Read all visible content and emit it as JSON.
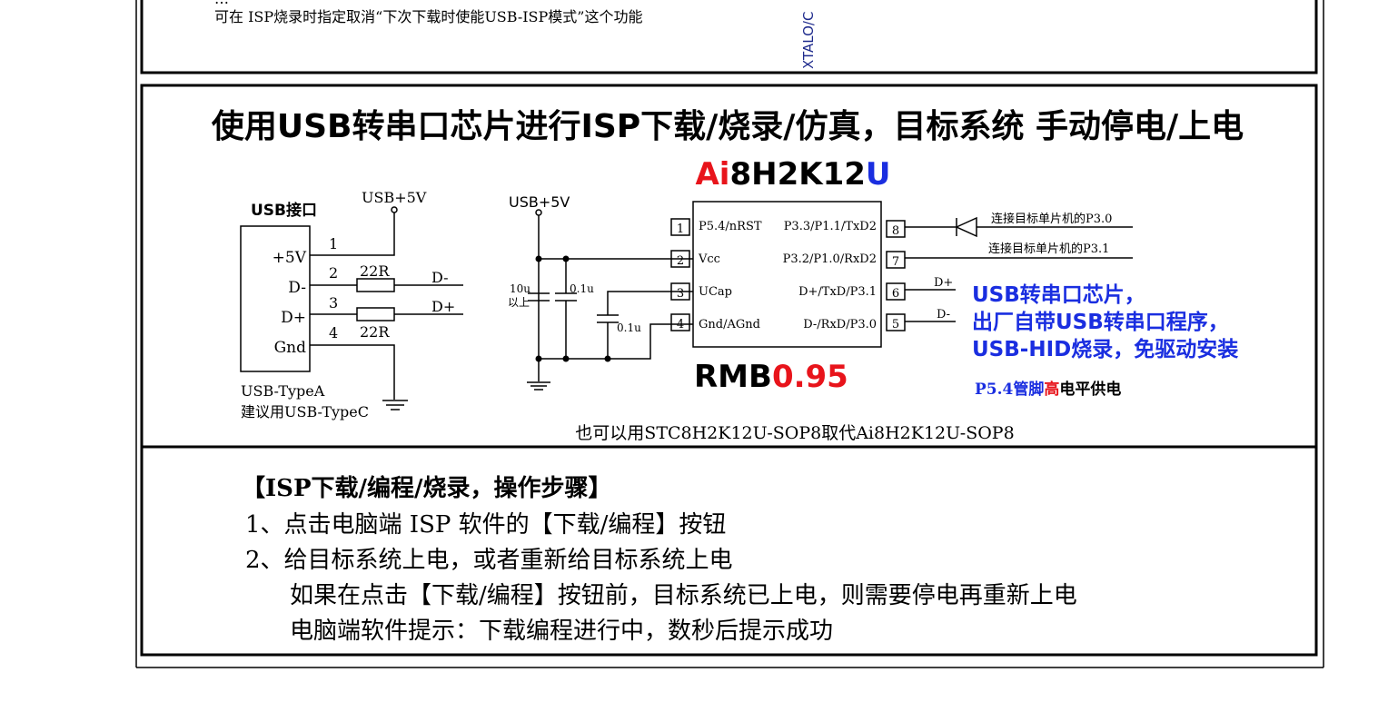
{
  "top_section": {
    "partial_line": "…",
    "note_line": "可在 ISP烧录时指定取消“下次下载时使能USB-ISP模式”这个功能",
    "vertical_label": "XTALO/C"
  },
  "main": {
    "title": "使用USB转串口芯片进行ISP下载/烧录/仿真，目标系统 手动停电/上电",
    "chip_name_prefix": "Ai",
    "chip_name_middle": "8H2K12",
    "chip_name_suffix": "U",
    "usb_connector": {
      "title": "USB接口",
      "power_label": "USB+5V",
      "pins": [
        {
          "num": "1",
          "label": "+5V"
        },
        {
          "num": "2",
          "label": "D-"
        },
        {
          "num": "3",
          "label": "D+"
        },
        {
          "num": "4",
          "label": "Gnd"
        }
      ],
      "resistor_top": "22R",
      "resistor_bottom": "22R",
      "net_dminus": "D-",
      "net_dplus": "D+",
      "type_label": "USB-TypeA",
      "recommend_label": "建议用USB-TypeC"
    },
    "chip_power_label": "USB+5V",
    "capacitors": {
      "c1_value": "10u",
      "c1_note": "以上",
      "c2_value": "0.1u",
      "c3_value": "0.1u"
    },
    "chip_pins_left": [
      {
        "num": "1",
        "label": "P5.4/nRST"
      },
      {
        "num": "2",
        "label": "Vcc"
      },
      {
        "num": "3",
        "label": "UCap"
      },
      {
        "num": "4",
        "label": "Gnd/AGnd"
      }
    ],
    "chip_pins_right": [
      {
        "num": "8",
        "label": "P3.3/P1.1/TxD2"
      },
      {
        "num": "7",
        "label": "P3.2/P1.0/RxD2"
      },
      {
        "num": "6",
        "label": "D+/TxD/P3.1"
      },
      {
        "num": "5",
        "label": "D-/RxD/P3.0"
      }
    ],
    "connect_p30": "连接目标单片机的P3.0",
    "connect_p31": "连接目标单片机的P3.1",
    "net_dplus_right": "D+",
    "net_dminus_right": "D-",
    "price_prefix": "RMB",
    "price_value": "0.95",
    "feature_lines": [
      "USB转串口芯片，",
      "出厂自带USB转串口程序，",
      "USB-HID烧录，免驱动安装"
    ],
    "p54_note_a": "P5.4管脚",
    "p54_note_b": "高",
    "p54_note_c": "电平供电",
    "alt_note": "也可以用STC8H2K12U-SOP8取代Ai8H2K12U-SOP8"
  },
  "steps": {
    "heading": "【ISP下载/编程/烧录，操作步骤】",
    "lines": [
      "1、点击电脑端 ISP 软件的【下载/编程】按钮",
      "2、给目标系统上电，或者重新给目标系统上电",
      "如果在点击【下载/编程】按钮前，目标系统已上电，则需要停电再重新上电",
      "电脑端软件提示：下载编程进行中，数秒后提示成功"
    ]
  },
  "colors": {
    "red": "#e8141b",
    "blue": "#1a2ee0",
    "dark_blue": "#1e2a8c"
  }
}
